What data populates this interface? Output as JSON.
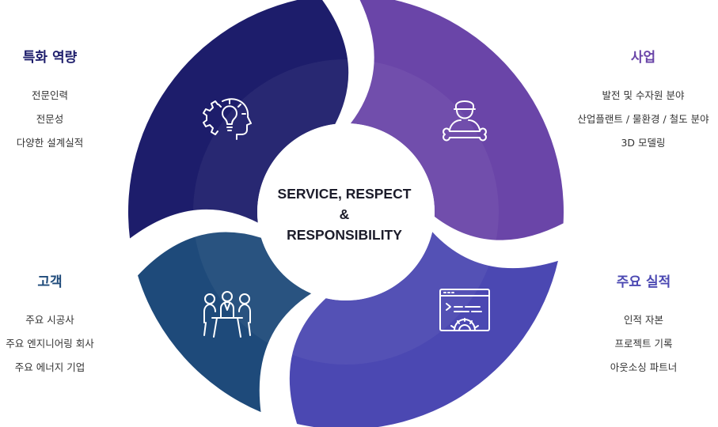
{
  "center": {
    "line1": "SERVICE, RESPECT",
    "line2": "&",
    "line3": "RESPONSIBILITY"
  },
  "sections": {
    "top_left": {
      "title": "특화 역량",
      "items": [
        "전문인력",
        "전문성",
        "다양한 설계실적"
      ]
    },
    "top_right": {
      "title": "사업",
      "items": [
        "발전 및 수자원 분야",
        "산업플랜트 / 물환경 / 철도 분야",
        "3D 모델링"
      ]
    },
    "bottom_left": {
      "title": "고객",
      "items": [
        "주요 시공사",
        "주요 엔지니어링 회사",
        "주요 에너지 기업"
      ]
    },
    "bottom_right": {
      "title": "주요 실적",
      "items": [
        "인적 자본",
        "프로젝트 기록",
        "아웃소싱 파트너"
      ]
    }
  },
  "icons": {
    "top_left": "head-gear-lightbulb-icon",
    "top_right": "engineer-wrench-icon",
    "bottom_left": "meeting-people-icon",
    "bottom_right": "browser-gear-icon"
  },
  "colors": {
    "segment_top_left": "#1d1d6b",
    "segment_top_right": "#6a45a8",
    "segment_bottom_right": "#4b48b2",
    "segment_bottom_left": "#1e4a7a",
    "title_top_left": "#1d1d6b",
    "title_top_right": "#6a45a8",
    "title_bottom_right": "#4b48b2",
    "title_bottom_left": "#1e4a7a"
  }
}
